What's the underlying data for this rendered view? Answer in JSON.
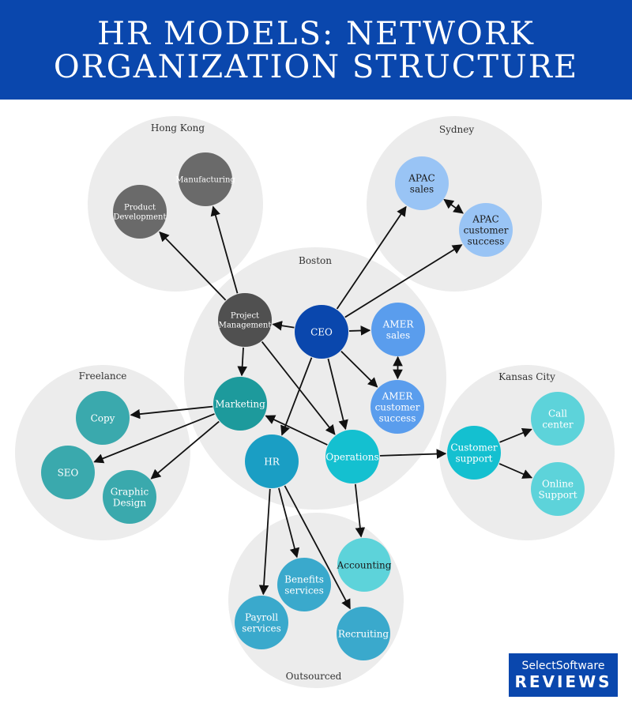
{
  "header": {
    "title_line1": "HR MODELS: NETWORK",
    "title_line2": "ORGANIZATION STRUCTURE"
  },
  "colors": {
    "header_bg": "#0a47ad",
    "group_bg": "#ececec",
    "hong_kong_nodes": "#6a6a6a",
    "sydney_nodes": "#99c4f5",
    "amer_nodes": "#5a9ded",
    "ceo": "#0a47ad",
    "teal_nodes": "#3aa9ad",
    "operations": "#14c0d0",
    "hr": "#1a9ec4",
    "outsourced_nodes": "#3aa9cc",
    "kansas_city_nodes": "#5dd3da",
    "arrow": "#111111"
  },
  "groups": [
    {
      "id": "hong-kong",
      "label": "Hong Kong"
    },
    {
      "id": "sydney",
      "label": "Sydney"
    },
    {
      "id": "boston",
      "label": "Boston"
    },
    {
      "id": "freelance",
      "label": "Freelance"
    },
    {
      "id": "kansas-city",
      "label": "Kansas City"
    },
    {
      "id": "outsourced",
      "label": "Outsourced"
    }
  ],
  "nodes": [
    {
      "id": "manufacturing",
      "lines": [
        "Manufacturing"
      ],
      "color": "#6a6a6a",
      "text_color": "#ffffff"
    },
    {
      "id": "product-development",
      "lines": [
        "Product",
        "Development"
      ],
      "color": "#6a6a6a",
      "text_color": "#ffffff"
    },
    {
      "id": "apac-sales",
      "lines": [
        "APAC",
        "sales"
      ],
      "color": "#99c4f5",
      "text_color": "#1a1a1a"
    },
    {
      "id": "apac-customer-success",
      "lines": [
        "APAC",
        "customer",
        "success"
      ],
      "color": "#99c4f5",
      "text_color": "#1a1a1a"
    },
    {
      "id": "project-management",
      "lines": [
        "Project",
        "Management"
      ],
      "color": "#505050",
      "text_color": "#ffffff"
    },
    {
      "id": "ceo",
      "lines": [
        "CEO"
      ],
      "color": "#0a47ad",
      "text_color": "#ffffff"
    },
    {
      "id": "amer-sales",
      "lines": [
        "AMER",
        "sales"
      ],
      "color": "#5a9ded",
      "text_color": "#ffffff"
    },
    {
      "id": "amer-customer-success",
      "lines": [
        "AMER",
        "customer",
        "success"
      ],
      "color": "#5a9ded",
      "text_color": "#ffffff"
    },
    {
      "id": "marketing",
      "lines": [
        "Marketing"
      ],
      "color": "#1d9a9c",
      "text_color": "#ffffff"
    },
    {
      "id": "hr",
      "lines": [
        "HR"
      ],
      "color": "#1a9ec4",
      "text_color": "#ffffff"
    },
    {
      "id": "operations",
      "lines": [
        "Operations"
      ],
      "color": "#14c0d0",
      "text_color": "#ffffff"
    },
    {
      "id": "copy",
      "lines": [
        "Copy"
      ],
      "color": "#3aa9ad",
      "text_color": "#ffffff"
    },
    {
      "id": "seo",
      "lines": [
        "SEO"
      ],
      "color": "#3aa9ad",
      "text_color": "#ffffff"
    },
    {
      "id": "graphic-design",
      "lines": [
        "Graphic",
        "Design"
      ],
      "color": "#3aa9ad",
      "text_color": "#ffffff"
    },
    {
      "id": "customer-support",
      "lines": [
        "Customer",
        "support"
      ],
      "color": "#14c0d0",
      "text_color": "#ffffff"
    },
    {
      "id": "call-center",
      "lines": [
        "Call",
        "center"
      ],
      "color": "#5dd3da",
      "text_color": "#ffffff"
    },
    {
      "id": "online-support",
      "lines": [
        "Online",
        "Support"
      ],
      "color": "#5dd3da",
      "text_color": "#ffffff"
    },
    {
      "id": "accounting",
      "lines": [
        "Accounting"
      ],
      "color": "#5dd3da",
      "text_color": "#1a1a1a"
    },
    {
      "id": "benefits-services",
      "lines": [
        "Benefits",
        "services"
      ],
      "color": "#3aa9cc",
      "text_color": "#ffffff"
    },
    {
      "id": "payroll-services",
      "lines": [
        "Payroll",
        "services"
      ],
      "color": "#3aa9cc",
      "text_color": "#ffffff"
    },
    {
      "id": "recruiting",
      "lines": [
        "Recruiting"
      ],
      "color": "#3aa9cc",
      "text_color": "#ffffff"
    }
  ],
  "edges": [
    {
      "from": "project-management",
      "to": "product-development"
    },
    {
      "from": "project-management",
      "to": "manufacturing"
    },
    {
      "from": "ceo",
      "to": "apac-sales"
    },
    {
      "from": "ceo",
      "to": "apac-customer-success"
    },
    {
      "from": "apac-sales",
      "to": "apac-customer-success",
      "both": true
    },
    {
      "from": "ceo",
      "to": "project-management"
    },
    {
      "from": "ceo",
      "to": "amer-sales"
    },
    {
      "from": "ceo",
      "to": "amer-customer-success"
    },
    {
      "from": "amer-sales",
      "to": "amer-customer-success",
      "both": true
    },
    {
      "from": "ceo",
      "to": "hr"
    },
    {
      "from": "ceo",
      "to": "operations"
    },
    {
      "from": "project-management",
      "to": "marketing"
    },
    {
      "from": "project-management",
      "to": "operations"
    },
    {
      "from": "operations",
      "to": "marketing"
    },
    {
      "from": "marketing",
      "to": "copy"
    },
    {
      "from": "marketing",
      "to": "seo"
    },
    {
      "from": "marketing",
      "to": "graphic-design"
    },
    {
      "from": "operations",
      "to": "customer-support"
    },
    {
      "from": "customer-support",
      "to": "call-center"
    },
    {
      "from": "customer-support",
      "to": "online-support"
    },
    {
      "from": "operations",
      "to": "accounting"
    },
    {
      "from": "hr",
      "to": "payroll-services"
    },
    {
      "from": "hr",
      "to": "benefits-services"
    },
    {
      "from": "hr",
      "to": "recruiting"
    }
  ],
  "logo": {
    "line1": "SelectSoftware",
    "line2": "REVIEWS"
  }
}
